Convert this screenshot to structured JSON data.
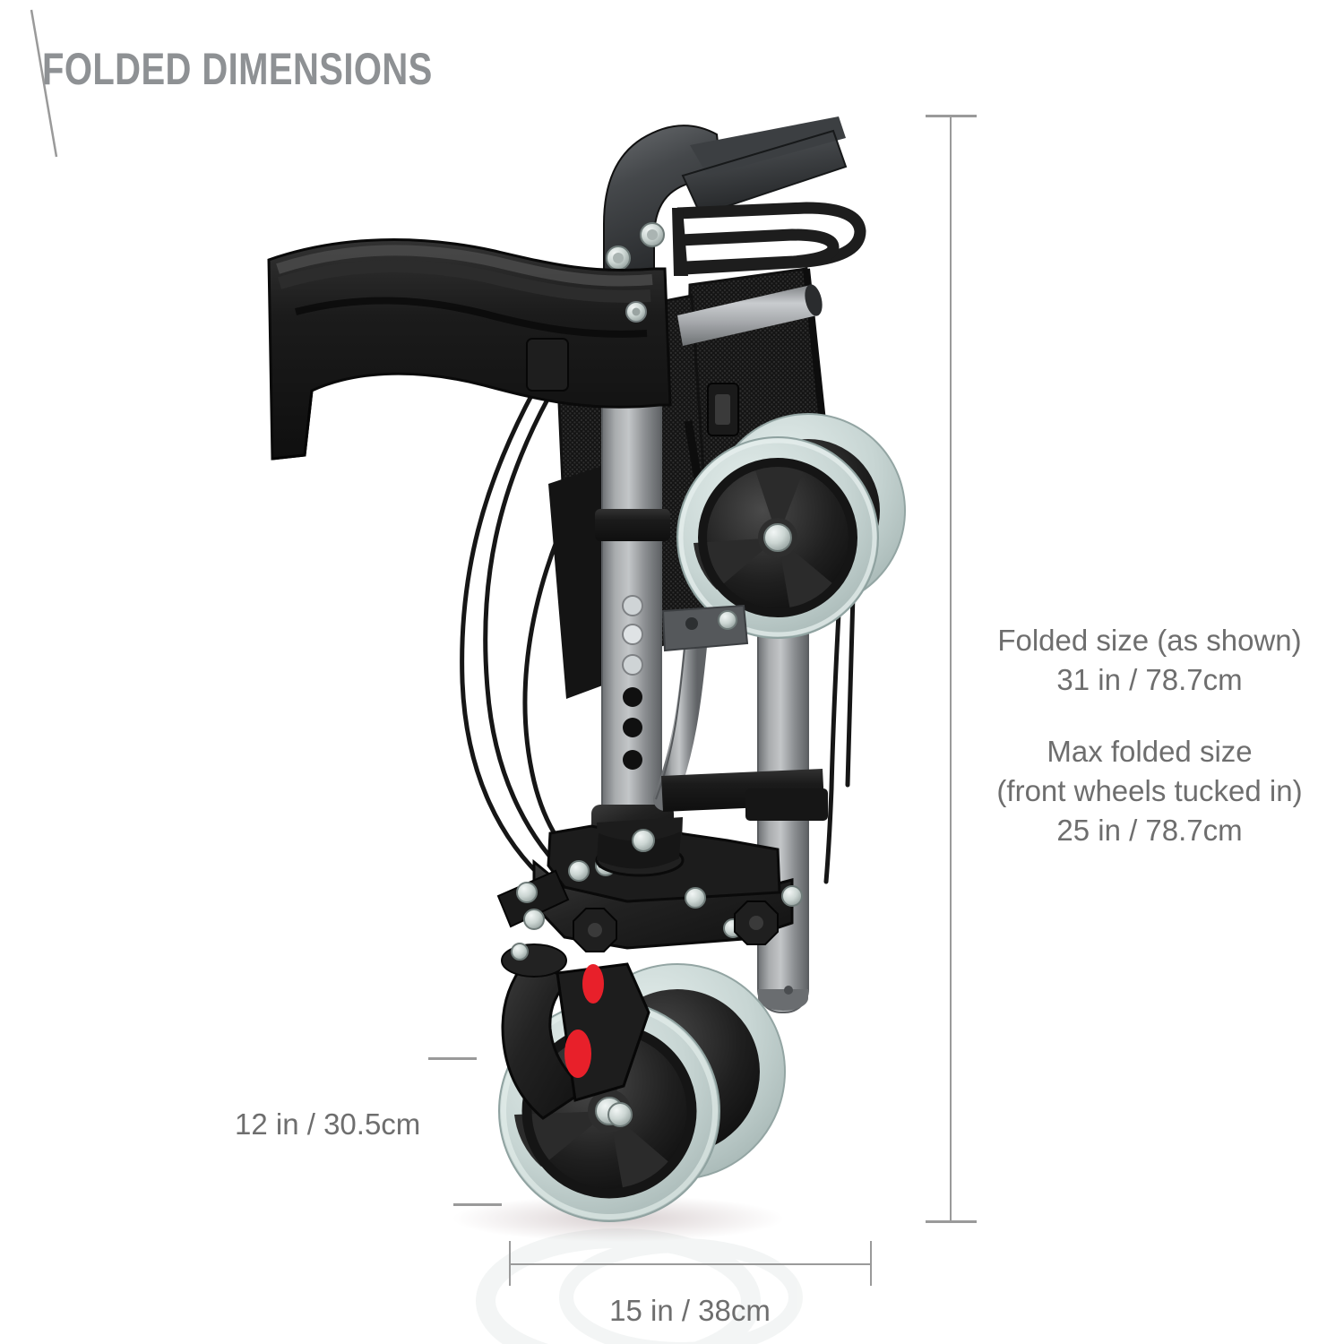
{
  "page": {
    "title": "FOLDED DIMENSIONS",
    "background_color": "#ffffff",
    "text_color": "#6e6e6e",
    "title_color": "#8e9194",
    "dimension_line_color": "#9a9a9a"
  },
  "product": {
    "name": "folded-rollator-walker",
    "colors": {
      "frame_gray": "#8e9093",
      "frame_gray_light": "#b9bbbd",
      "frame_gray_dark": "#6b6d70",
      "plastic_black": "#262626",
      "fabric_black": "#1c1c1c",
      "tire_gray": "#c9d6d4",
      "tire_gray_dark": "#9fb0ae",
      "hub_black": "#1f1f1f",
      "hardware_silver": "#c8cfd2",
      "accent_red": "#e8202a",
      "tube_silver": "#aeb2b5"
    },
    "parts": [
      "handle-grip",
      "brake-lever",
      "padded-backrest-strap",
      "mesh-basket",
      "height-adjust-tube",
      "brake-cable",
      "cup-holder",
      "folding-hinge",
      "star-knob",
      "rear-wheel",
      "front-wheel"
    ]
  },
  "annotations": {
    "height": {
      "label": "Folded size (as shown)",
      "value": "31 in / 78.7cm",
      "text": "Folded size (as shown)\n31 in / 78.7cm"
    },
    "max_height": {
      "label": "Max folded size\n(front wheels tucked in)",
      "value": "25 in / 78.7cm",
      "text": "Max folded size\n(front wheels tucked in)\n25 in / 78.7cm"
    },
    "depth": {
      "value": "12 in / 30.5cm"
    },
    "width": {
      "value": "15 in / 38cm"
    }
  }
}
